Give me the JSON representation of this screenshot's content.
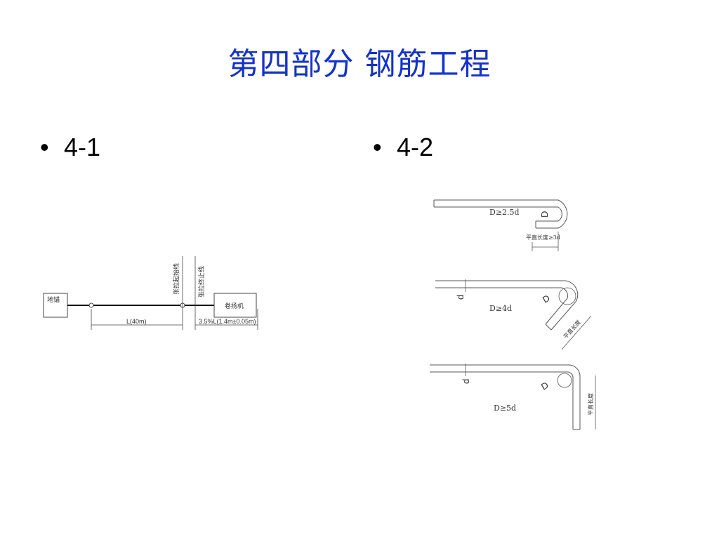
{
  "slide": {
    "title": "第四部分  钢筋工程",
    "bullets": [
      {
        "label": "4-1",
        "bullet": "•"
      },
      {
        "label": "4-2",
        "bullet": "•"
      }
    ]
  },
  "figure_4_1": {
    "anchor_label": "地锚",
    "winch_label": "卷扬机",
    "start_line_label": "张拉起始线",
    "end_line_label": "张拉终止线",
    "length_label": "L(40m)",
    "stretch_label": "3.5%L(1.4m±0.05m)"
  },
  "figure_4_2": {
    "hook_180": {
      "diameter_label": "D",
      "condition": "D≥2.5d",
      "straight_label": "平直长度≥3d"
    },
    "hook_135": {
      "bar_label": "d",
      "diameter_label": "D",
      "condition": "D≥4d",
      "straight_label": "平直长度"
    },
    "hook_90": {
      "bar_label": "d",
      "diameter_label": "D",
      "condition": "D≥5d",
      "straight_label": "平直长度"
    }
  }
}
